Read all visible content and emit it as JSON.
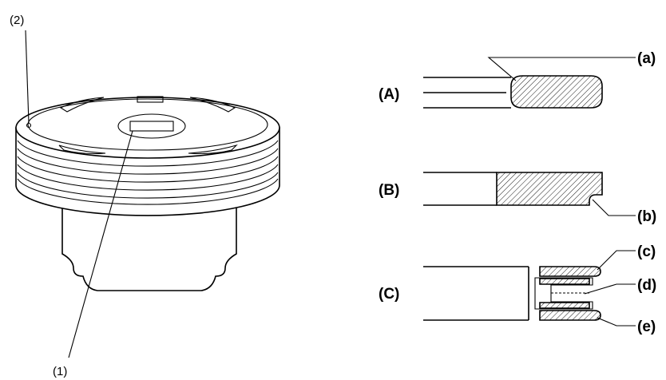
{
  "callouts": {
    "c1": "(1)",
    "c2": "(2)"
  },
  "sections": {
    "A": "(A)",
    "B": "(B)",
    "C": "(C)"
  },
  "parts": {
    "a": "(a)",
    "b": "(b)",
    "c": "(c)",
    "d": "(d)",
    "e": "(e)"
  }
}
